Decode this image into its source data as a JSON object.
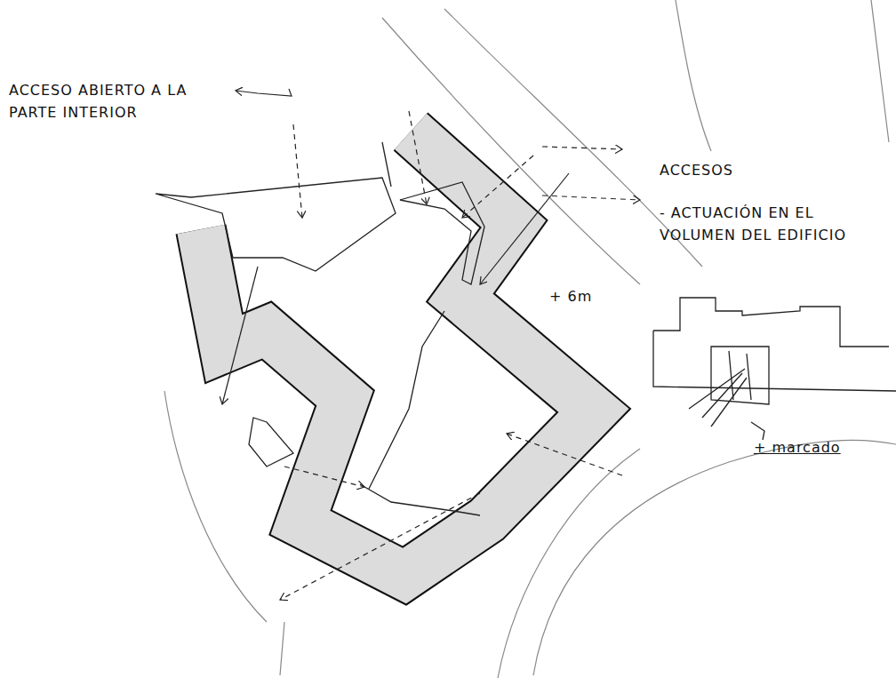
{
  "diagram": {
    "labels": [
      "ACCESO ABIERTO A LA PARTE INTERIOR",
      "ACCESOS",
      "- ACTUACIÓN EN EL VOLUMEN DEL EDIFICIO",
      "+ 6m",
      "+ marcado"
    ]
  }
}
